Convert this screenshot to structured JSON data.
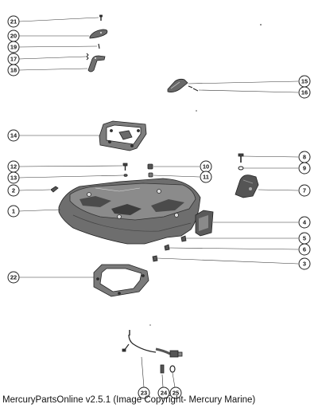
{
  "diagram": {
    "callouts": [
      {
        "id": "21",
        "label": "21"
      },
      {
        "id": "20",
        "label": "20"
      },
      {
        "id": "19",
        "label": "19"
      },
      {
        "id": "17",
        "label": "17"
      },
      {
        "id": "18",
        "label": "18"
      },
      {
        "id": "15",
        "label": "15"
      },
      {
        "id": "16",
        "label": "16"
      },
      {
        "id": "14",
        "label": "14"
      },
      {
        "id": "8",
        "label": "8"
      },
      {
        "id": "9",
        "label": "9"
      },
      {
        "id": "12",
        "label": "12"
      },
      {
        "id": "10",
        "label": "10"
      },
      {
        "id": "13",
        "label": "13"
      },
      {
        "id": "11",
        "label": "11"
      },
      {
        "id": "2",
        "label": "2"
      },
      {
        "id": "7",
        "label": "7"
      },
      {
        "id": "1",
        "label": "1"
      },
      {
        "id": "4",
        "label": "4"
      },
      {
        "id": "5",
        "label": "5"
      },
      {
        "id": "6",
        "label": "6"
      },
      {
        "id": "3",
        "label": "3"
      },
      {
        "id": "22",
        "label": "22"
      },
      {
        "id": "23",
        "label": "23"
      },
      {
        "id": "24",
        "label": "24"
      },
      {
        "id": "25",
        "label": "25"
      }
    ]
  },
  "footer": {
    "credit": "MercuryPartsOnline v2.5.1 (Image Copyright- Mercury Marine)"
  }
}
